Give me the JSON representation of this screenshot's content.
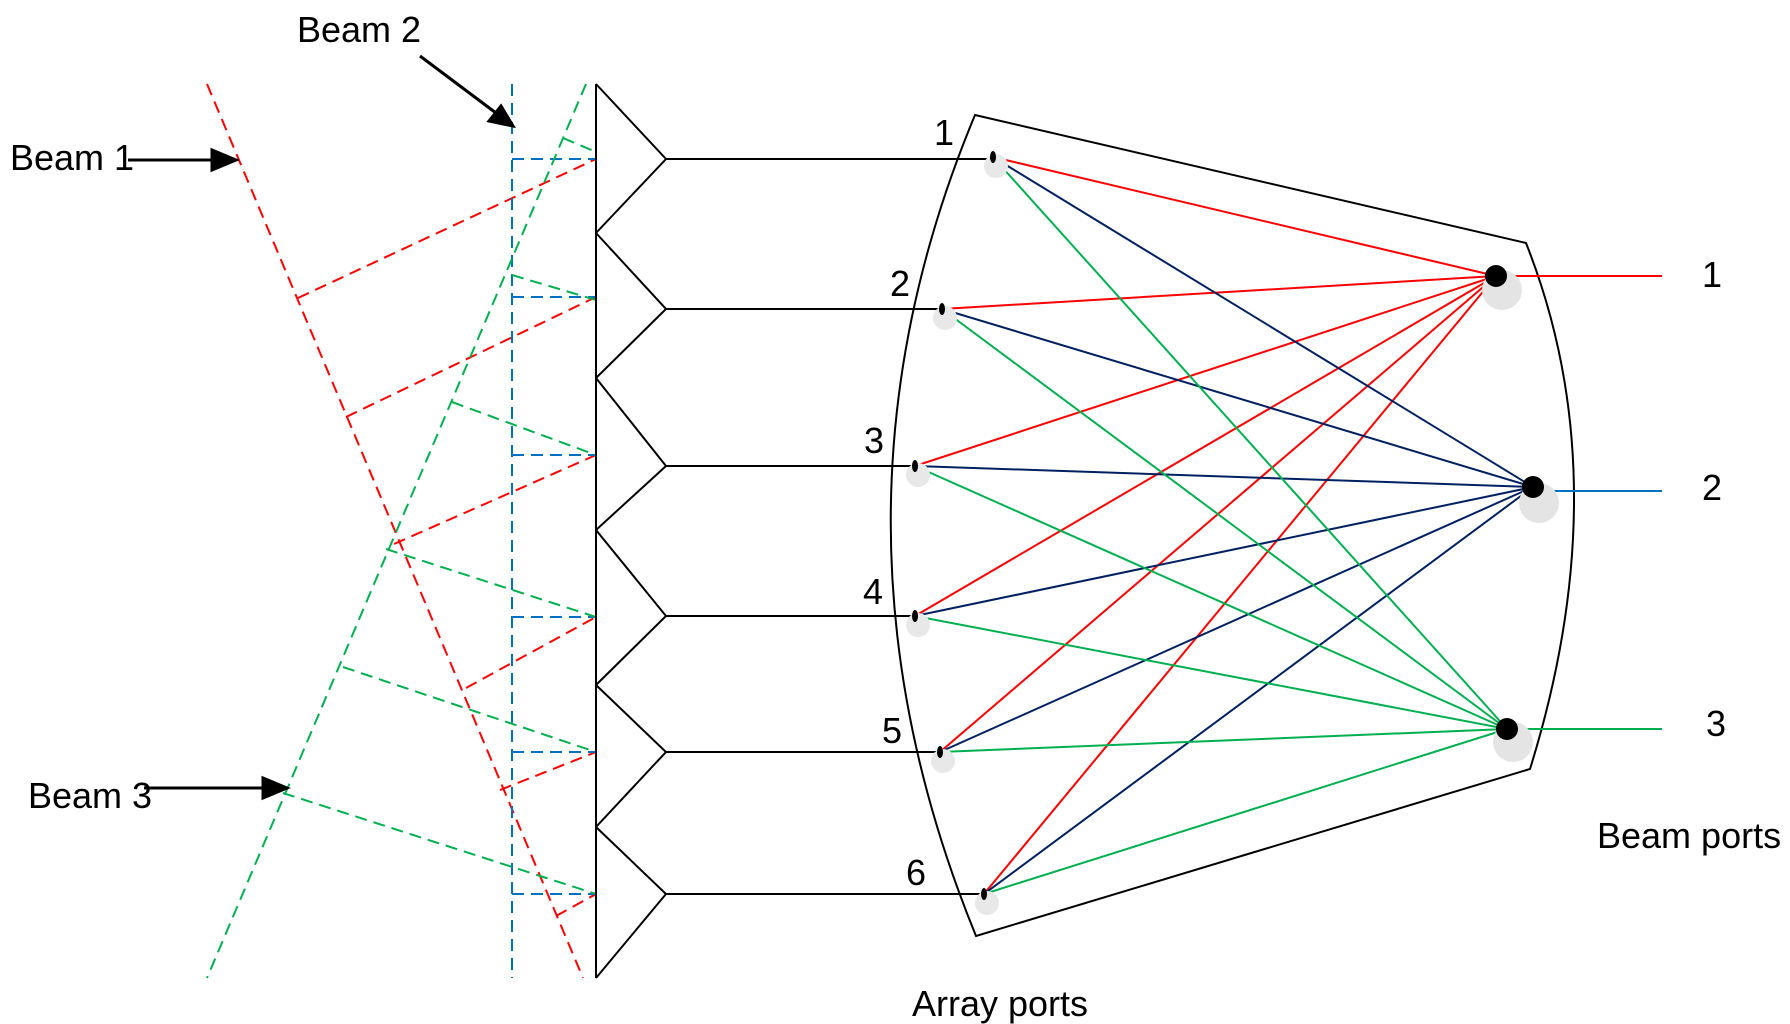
{
  "labels": {
    "beam1": "Beam 1",
    "beam2": "Beam 2",
    "beam3": "Beam 3",
    "array_ports": "Array ports",
    "beam_ports": "Beam ports"
  },
  "array_port_numbers": [
    "1",
    "2",
    "3",
    "4",
    "5",
    "6"
  ],
  "beam_port_numbers": [
    "1",
    "2",
    "3"
  ],
  "colors": {
    "beam1": "#ff0000",
    "beam2": "#0070c0",
    "beam3": "#00b050",
    "beam2_lines": "#002060",
    "outline": "#000000"
  }
}
